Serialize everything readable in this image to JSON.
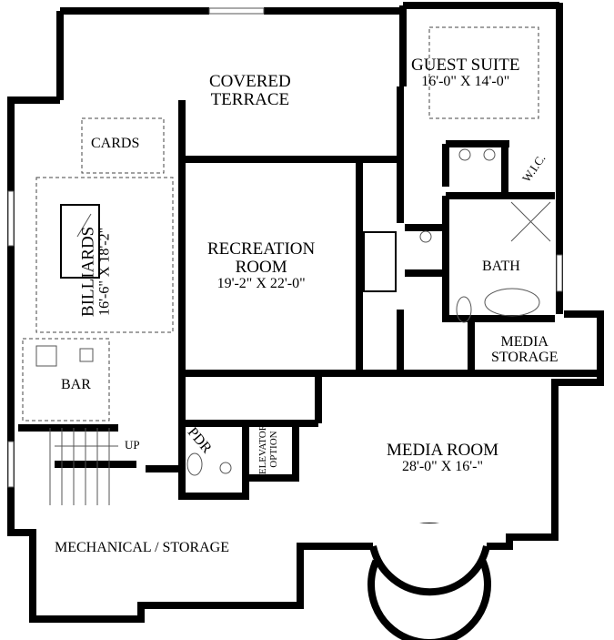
{
  "rooms": {
    "covered_terrace": {
      "name_line1": "COVERED",
      "name_line2": "TERRACE"
    },
    "guest_suite": {
      "name": "GUEST SUITE",
      "dims": "16'-0\" X 14'-0\""
    },
    "cards": {
      "name": "CARDS"
    },
    "billiards": {
      "name": "BILLIARDS",
      "dims": "16'-6\" X 18'-2\""
    },
    "recreation_room": {
      "name_line1": "RECREATION",
      "name_line2": "ROOM",
      "dims": "19'-2\" X 22'-0\""
    },
    "wic": {
      "name": "W.I.C."
    },
    "bath": {
      "name": "BATH"
    },
    "media_storage": {
      "name_line1": "MEDIA",
      "name_line2": "STORAGE"
    },
    "bar": {
      "name": "BAR"
    },
    "stairs": {
      "label": "UP"
    },
    "pdr": {
      "name": "PDR"
    },
    "elevator": {
      "name_line1": "ELEVATOR",
      "name_line2": "OPTION"
    },
    "media_room": {
      "name": "MEDIA ROOM",
      "dims": "28'-0\" X 16'-\""
    },
    "mechanical": {
      "name": "MECHANICAL / STORAGE"
    }
  }
}
